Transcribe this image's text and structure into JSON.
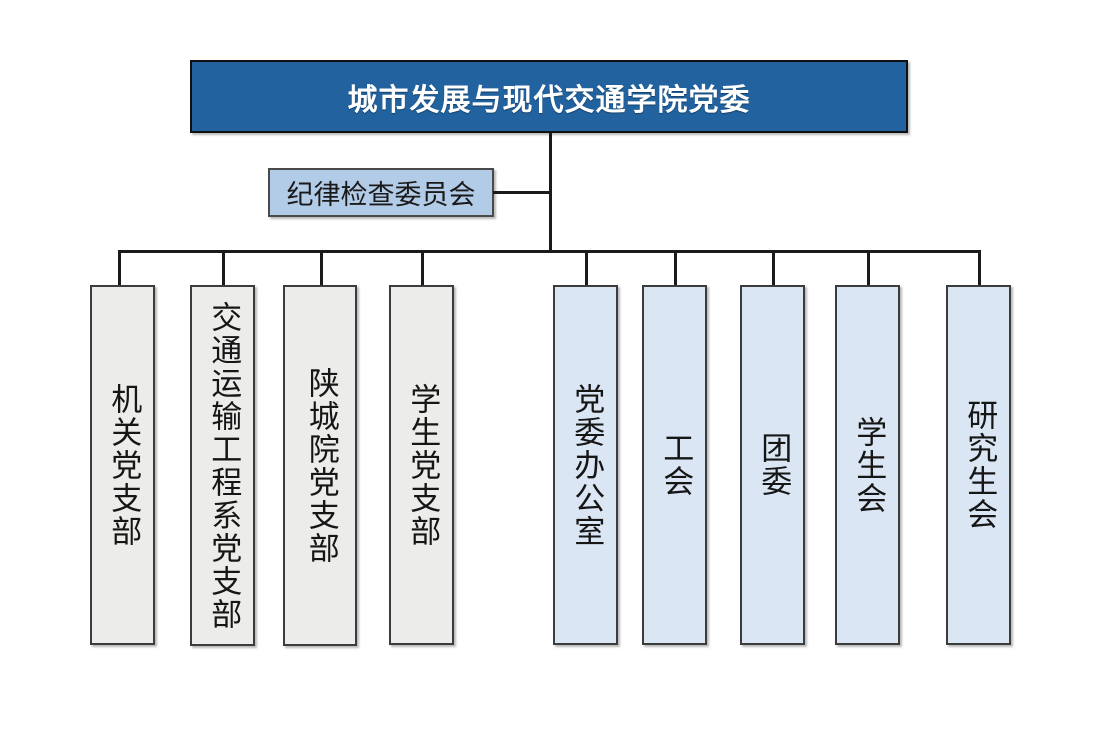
{
  "diagram": {
    "title": "城市发展与现代交通学院党委",
    "type": "organizational-chart",
    "root": {
      "label": "城市发展与现代交通学院党委",
      "fill": "#21629f",
      "text_color": "#ffffff"
    },
    "staff_node": {
      "label": "纪律检查委员会",
      "fill": "#b2cbe6",
      "text_color": "#1a1a1a"
    },
    "branch_group_party": {
      "fill": "#ececea",
      "items": [
        {
          "label": "机关党支部"
        },
        {
          "label": "交通运输工程系党支部"
        },
        {
          "label": "陕城院党支部"
        },
        {
          "label": "学生党支部"
        }
      ]
    },
    "branch_group_office": {
      "fill": "#dbe6f4",
      "items": [
        {
          "label": "党委办公室"
        },
        {
          "label": "工会"
        },
        {
          "label": "团委"
        },
        {
          "label": "学生会"
        },
        {
          "label": "研究生会"
        }
      ]
    }
  }
}
